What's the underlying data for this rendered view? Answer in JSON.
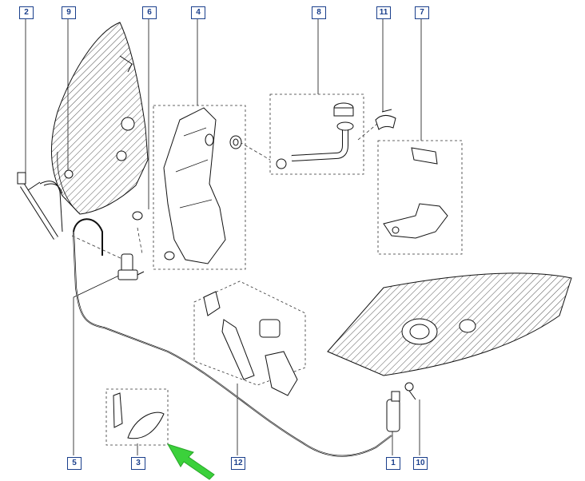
{
  "callouts": {
    "c1": "1",
    "c2": "2",
    "c3": "3",
    "c4": "4",
    "c5": "5",
    "c6": "6",
    "c7": "7",
    "c8": "8",
    "c9": "9",
    "c10": "10",
    "c11": "11",
    "c12": "12"
  },
  "colors": {
    "line": "#111111",
    "label_border": "#1a3f8c",
    "arrow": "#2ecc2e"
  },
  "icons": {
    "pointer": "green-arrow-icon"
  }
}
